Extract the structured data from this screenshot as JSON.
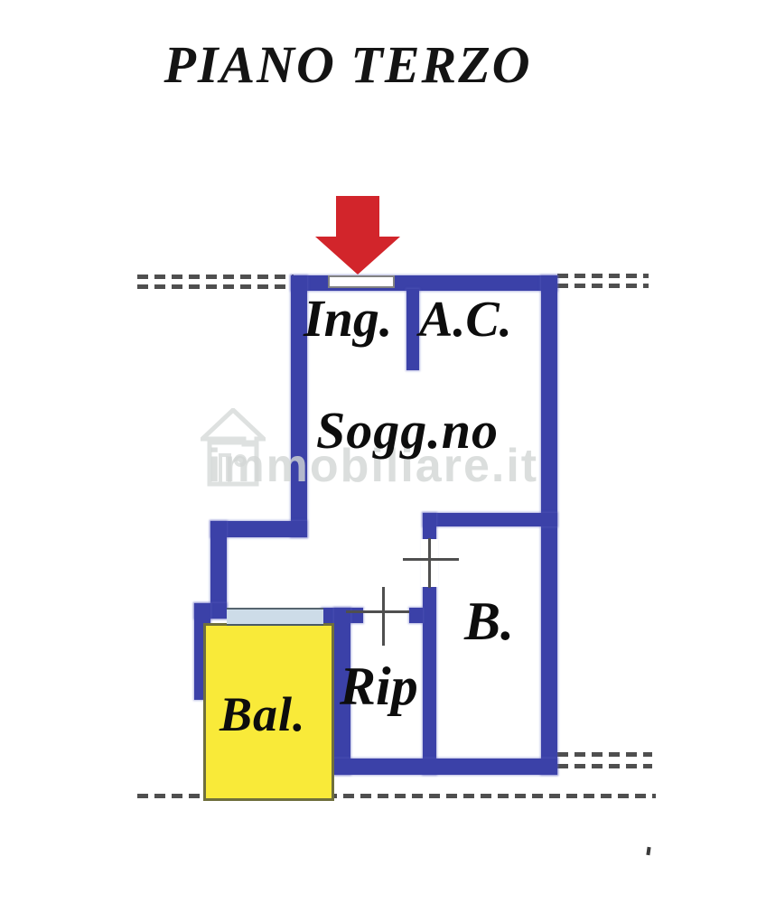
{
  "title": "PIANO TERZO",
  "floor_plan": {
    "entrance_arrow": "entrance-direction-down",
    "rooms": [
      {
        "id": "ingresso",
        "label": "Ing."
      },
      {
        "id": "angolo-cottura",
        "label": "A.C."
      },
      {
        "id": "soggiorno",
        "label": "Sogg.no"
      },
      {
        "id": "bagno",
        "label": "B."
      },
      {
        "id": "ripostiglio",
        "label": "Rip"
      },
      {
        "id": "balcone",
        "label": "Bal."
      }
    ]
  },
  "watermark": {
    "text": "immobiliare.it"
  },
  "colors": {
    "wall": "#3b41a8",
    "arrow": "#d2252b",
    "balcony_fill": "#f9ea39",
    "window_fill": "#cddce8",
    "dash": "#4f4f4f"
  }
}
